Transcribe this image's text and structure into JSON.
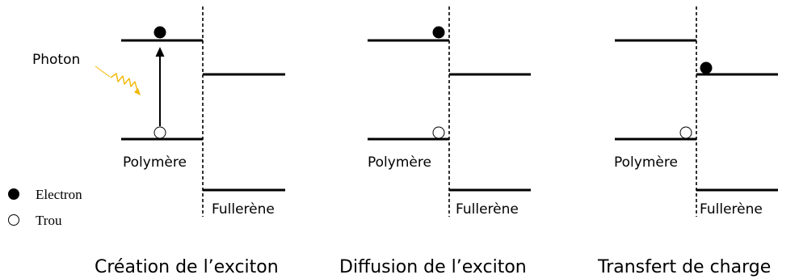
{
  "panels": [
    {
      "title": "Création de l’exciton",
      "donor_label": "Polymère",
      "acceptor_label": "Fullerène",
      "photon_label": "Photon",
      "electron_position": "donor-lumo",
      "hole_position": "donor-homo",
      "shows_excitation_arrow": true
    },
    {
      "title": "Diffusion de l’exciton",
      "donor_label": "Polymère",
      "acceptor_label": "Fullerène",
      "electron_position": "donor-lumo-interface",
      "hole_position": "donor-homo-interface"
    },
    {
      "title": "Transfert de charge",
      "donor_label": "Polymère",
      "acceptor_label": "Fullerène",
      "electron_position": "acceptor-lumo-interface",
      "hole_position": "donor-homo-interface"
    }
  ],
  "legend": {
    "electron_label": "Electron",
    "hole_label": "Trou"
  },
  "colors": {
    "line": "#000000",
    "photon": "#f2b705",
    "background": "#ffffff"
  }
}
